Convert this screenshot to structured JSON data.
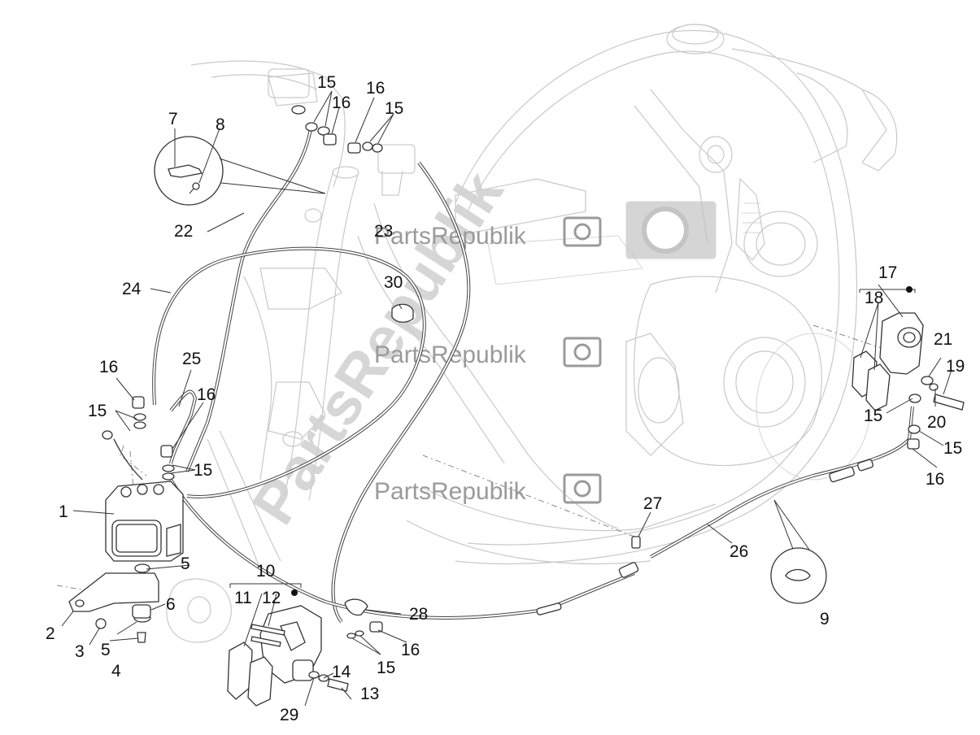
{
  "watermark": {
    "diagonal": "PartsRepublik",
    "brand": "PartsRepublik"
  },
  "callouts": {
    "c1": "1",
    "c2": "2",
    "c3": "3",
    "c4": "4",
    "c5a": "5",
    "c5b": "5",
    "c6": "6",
    "c7": "7",
    "c8": "8",
    "c9": "9",
    "c10": "10",
    "c11": "11",
    "c12": "12",
    "c13": "13",
    "c14": "14",
    "c15a": "15",
    "c15b": "15",
    "c15c": "15",
    "c15d": "15",
    "c15e": "15",
    "c15f": "15",
    "c15g": "15",
    "c16a": "16",
    "c16b": "16",
    "c16c": "16",
    "c16d": "16",
    "c16e": "16",
    "c16f": "16",
    "c17": "17",
    "c18": "18",
    "c19": "19",
    "c20": "20",
    "c21": "21",
    "c22": "22",
    "c23": "23",
    "c24": "24",
    "c25": "25",
    "c26": "26",
    "c27": "27",
    "c28": "28",
    "c29": "29",
    "c30": "30"
  }
}
